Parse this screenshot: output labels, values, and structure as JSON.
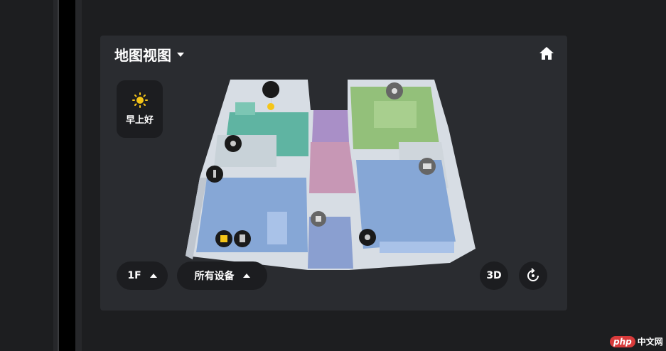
{
  "header": {
    "title": "地图视图"
  },
  "greeting": {
    "label": "早上好",
    "icon": "sun-icon"
  },
  "floor_selector": {
    "label": "1F"
  },
  "device_filter": {
    "label": "所有设备"
  },
  "view_mode": {
    "label": "3D"
  },
  "icons": {
    "home": "home-icon",
    "rotate": "rotate-view-icon",
    "dropdown": "caret-down-icon"
  },
  "colors": {
    "card_bg": "#2a2c30",
    "button_bg": "#1c1d20",
    "sun": "#f5c518",
    "room_teal": "#5fb4a2",
    "room_purple": "#a98fc7",
    "room_pink": "#c797b5",
    "room_green": "#93c07a",
    "room_blue": "#86a7d6"
  },
  "watermark": {
    "brand": "php",
    "site": "中文网"
  }
}
